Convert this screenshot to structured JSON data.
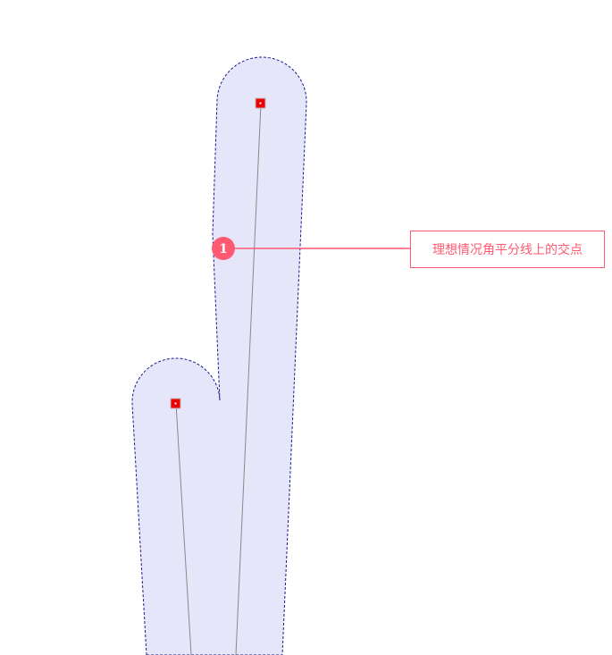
{
  "annotation": {
    "number": "1",
    "text": "理想情况角平分线上的交点"
  },
  "colors": {
    "buffer_fill": "#e6e6fb",
    "buffer_outline": "#1a1a8c",
    "centerline": "#888888",
    "vertex_marker": "#ee0000",
    "accent": "#ff5a72"
  },
  "icons": {
    "vertex": "red-square-marker",
    "annotation": "numbered-circle-marker"
  }
}
